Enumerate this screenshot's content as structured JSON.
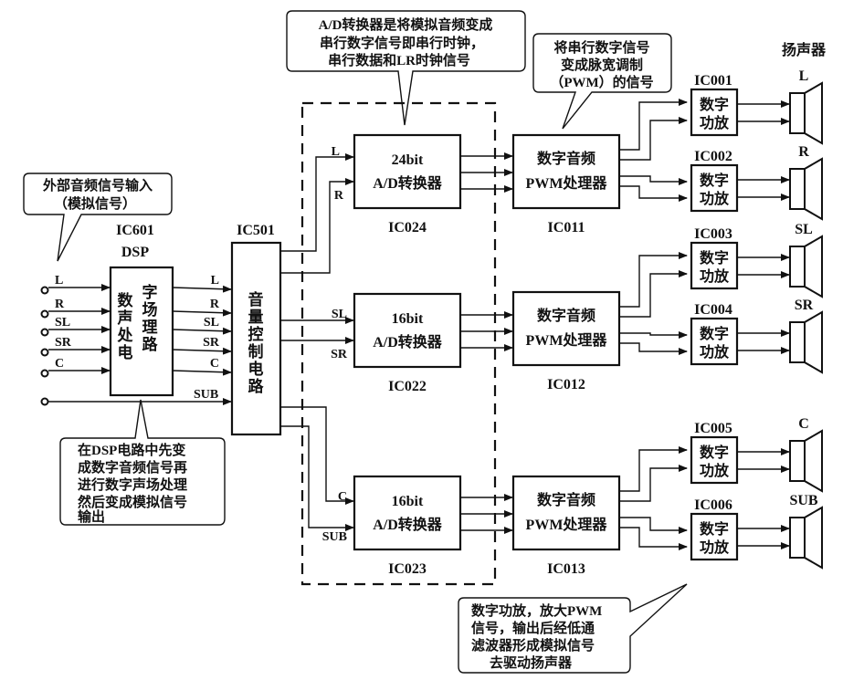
{
  "callouts": {
    "input": [
      "外部音频信号输入",
      "（模拟信号）"
    ],
    "adc": [
      "A/D转换器是将模拟音频变成",
      "串行数字信号即串行时钟，",
      "串行数据和LR时钟信号"
    ],
    "pwm": [
      "将串行数字信号",
      "变成脉宽调制",
      "（PWM）的信号"
    ],
    "dsp": [
      "在DSP电路中先变",
      "成数字音频信号再",
      "进行数字声场处理",
      "然后变成模拟信号",
      "输出"
    ],
    "amp": [
      "数字功放，放大PWM",
      "信号，输出后经低通",
      "滤波器形成模拟信号",
      "去驱动扬声器"
    ]
  },
  "dsp": {
    "ic": "IC601",
    "name": "DSP",
    "body_left": [
      "数",
      "声",
      "处",
      "电"
    ],
    "body_right": [
      "字",
      "场",
      "理",
      "路"
    ],
    "inputs": [
      "L",
      "R",
      "SL",
      "SR",
      "C"
    ],
    "outputs": [
      "L",
      "R",
      "SL",
      "SR",
      "C",
      "SUB"
    ]
  },
  "volume": {
    "ic": "IC501",
    "body": [
      "音",
      "量",
      "控",
      "制",
      "电",
      "路"
    ]
  },
  "adcs": [
    {
      "ic": "IC024",
      "bits": "24bit",
      "name": "A/D转换器",
      "inputs": [
        "L",
        "R"
      ]
    },
    {
      "ic": "IC022",
      "bits": "16bit",
      "name": "A/D转换器",
      "inputs": [
        "SL",
        "SR"
      ]
    },
    {
      "ic": "IC023",
      "bits": "16bit",
      "name": "A/D转换器",
      "inputs": [
        "C",
        "SUB"
      ]
    }
  ],
  "pwms": [
    {
      "ic": "IC011",
      "line1": "数字音频",
      "line2": "PWM处理器"
    },
    {
      "ic": "IC012",
      "line1": "数字音频",
      "line2": "PWM处理器"
    },
    {
      "ic": "IC013",
      "line1": "数字音频",
      "line2": "PWM处理器"
    }
  ],
  "amps": [
    {
      "ic": "IC001",
      "line1": "数字",
      "line2": "功放",
      "speaker": "L"
    },
    {
      "ic": "IC002",
      "line1": "数字",
      "line2": "功放",
      "speaker": "R"
    },
    {
      "ic": "IC003",
      "line1": "数字",
      "line2": "功放",
      "speaker": "SL"
    },
    {
      "ic": "IC004",
      "line1": "数字",
      "line2": "功放",
      "speaker": "SR"
    },
    {
      "ic": "IC005",
      "line1": "数字",
      "line2": "功放",
      "speaker": "C"
    },
    {
      "ic": "IC006",
      "line1": "数字",
      "line2": "功放",
      "speaker": "SUB"
    }
  ],
  "speakers_title": "扬声器"
}
